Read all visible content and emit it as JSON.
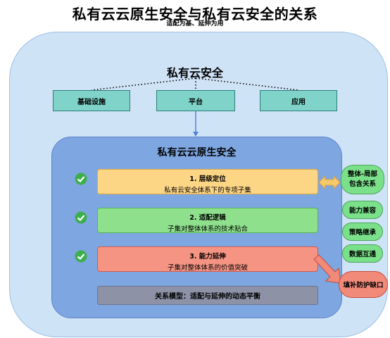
{
  "title": "私有云云原生安全与私有云安全的关系",
  "subtitle": "适配为基、延伸为用",
  "outer": {
    "title": "私有云安全",
    "boxes": [
      "基础设施",
      "平台",
      "应用"
    ]
  },
  "inner": {
    "title": "私有云云原生安全",
    "items": [
      {
        "title": "1. 层级定位",
        "desc": "私有云安全体系下的专项子集",
        "color": "#fcd585"
      },
      {
        "title": "2. 适配逻辑",
        "desc": "子集对整体体系的技术贴合",
        "color": "#8ee08c"
      },
      {
        "title": "3. 能力延伸",
        "desc": "子集对整体体系的价值突破",
        "color": "#f69484"
      }
    ],
    "model": "关系模型：适配与延伸的动态平衡"
  },
  "side": {
    "part_line1": "整体-局部",
    "part_line2": "包含关系",
    "items": [
      "能力兼容",
      "策略继承",
      "数据互通"
    ],
    "gap": "填补防护缺口"
  },
  "colors": {
    "outer_bg": "#cfe3f7",
    "inner_bg": "#7ea6e0",
    "top_box": "#7fd3c8",
    "check": "#3cae4c",
    "side_green": "#7be08a",
    "side_red": "#f28a7a",
    "model_bg": "#8e92a6"
  },
  "icons": [
    "check-circle-icon",
    "double-arrow-icon",
    "arrow-right-down-icon",
    "arrow-down-icon"
  ]
}
